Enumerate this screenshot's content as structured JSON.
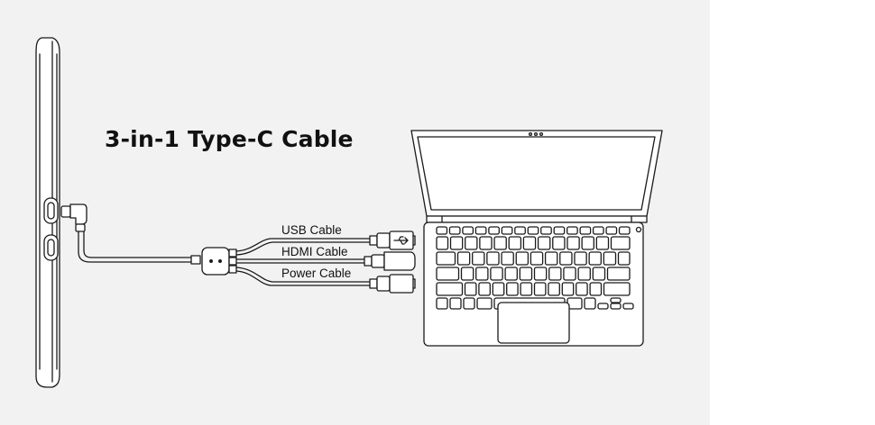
{
  "title": "3-in-1 Type-C Cable",
  "cables": [
    {
      "label": "USB Cable",
      "connector": "usb-a-icon"
    },
    {
      "label": "HDMI Cable",
      "connector": "hdmi-icon"
    },
    {
      "label": "Power Cable",
      "connector": "usb-a-icon"
    }
  ],
  "colors": {
    "background": "#f2f2f2",
    "line": "#1a1a1a"
  }
}
